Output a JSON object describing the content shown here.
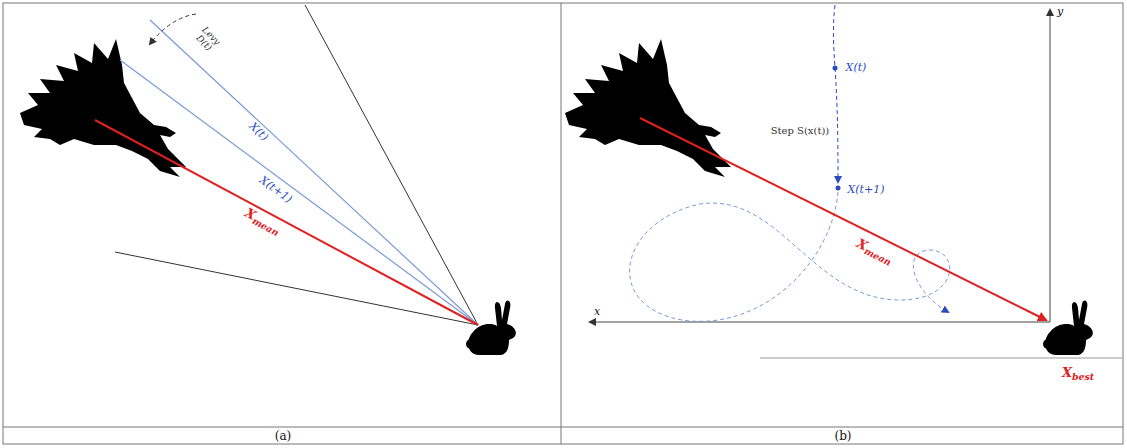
{
  "diagram": {
    "labels": [
      "Levy D(t)",
      "X(t)",
      "X(t+1)",
      "X",
      "mean",
      "X(t)",
      "Step S(x(t))",
      "X(t+1)",
      "X",
      "mean",
      "y",
      "x",
      "X",
      "best",
      "(a)",
      "(b)"
    ]
  }
}
